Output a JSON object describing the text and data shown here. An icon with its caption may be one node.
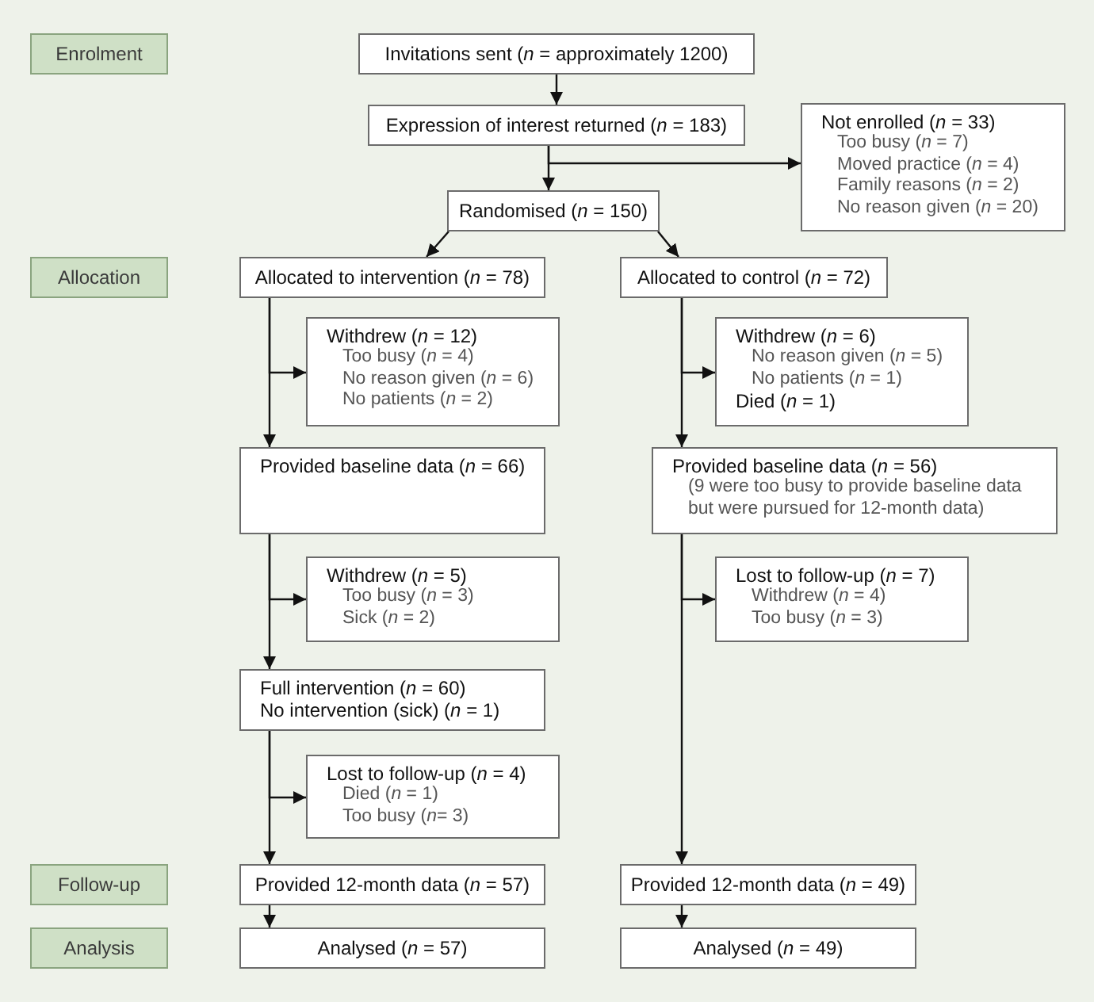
{
  "diagram": {
    "nodes": [
      {
        "text": [
          "Enrolment"
        ]
      },
      {
        "text": [
          "Invitations sent (*n* = approximately 1200)"
        ]
      },
      {
        "text": [
          "Expression of interest returned (*n* = 183)"
        ]
      },
      {
        "text": [
          "Not enrolled (*n* = 33)",
          "Too busy (*n* = 7)",
          "Moved practice (*n* = 4)",
          "Family reasons (*n* = 2)",
          "No reason given (*n* = 20)"
        ]
      },
      {
        "text": [
          "Randomised (*n* = 150)"
        ]
      },
      {
        "text": [
          "Allocation"
        ]
      },
      {
        "text": [
          "Allocated to intervention (*n* = 78)"
        ]
      },
      {
        "text": [
          "Allocated to control (*n* = 72)"
        ]
      },
      {
        "text": [
          "Withdrew (*n* = 12)",
          "Too busy (*n* = 4)",
          "No reason given (*n* = 6)",
          "No patients (*n* = 2)"
        ]
      },
      {
        "text": [
          "Withdrew (*n* = 6)",
          "No reason given (*n* = 5)",
          "No patients (*n* = 1)",
          "Died (*n* = 1)"
        ]
      },
      {
        "text": [
          "Provided baseline data (*n* = 66)"
        ]
      },
      {
        "text": [
          "Provided baseline data (*n* = 56)",
          "(9 were too busy to provide baseline data but were pursued for 12-month data)"
        ]
      },
      {
        "text": [
          "Withdrew (*n* = 5)",
          "Too busy (*n* = 3)",
          "Sick (*n* = 2)"
        ]
      },
      {
        "text": [
          "Lost to follow-up (*n* = 7)",
          "Withdrew (*n* = 4)",
          "Too busy (*n* = 3)"
        ]
      },
      {
        "text": [
          "Full intervention (*n* = 60)",
          "No intervention (sick) (*n* = 1)"
        ]
      },
      {
        "text": [
          "Lost to follow-up (*n* = 4)",
          "Died (*n* = 1)",
          "Too busy (*n*= 3)"
        ]
      },
      {
        "text": [
          "Follow-up"
        ]
      },
      {
        "text": [
          "Provided 12-month data (*n* = 57)"
        ]
      },
      {
        "text": [
          "Provided 12-month data (*n* = 49)"
        ]
      },
      {
        "text": [
          "Analysis"
        ]
      },
      {
        "text": [
          "Analysed (*n* = 57)"
        ]
      },
      {
        "text": [
          "Analysed (*n* = 49)"
        ]
      }
    ],
    "edges": [
      {
        "from": 1,
        "to": 2,
        "arrow": "to"
      },
      {
        "from": 2,
        "to": 4,
        "arrow": "to"
      },
      {
        "from": 2,
        "to": 3,
        "arrow": "to"
      },
      {
        "from": 4,
        "to": 6,
        "arrow": "to"
      },
      {
        "from": 4,
        "to": 7,
        "arrow": "to"
      },
      {
        "from": 6,
        "to": 10,
        "arrow": "to"
      },
      {
        "from": 6,
        "to": 8,
        "arrow": "to"
      },
      {
        "from": 7,
        "to": 11,
        "arrow": "to"
      },
      {
        "from": 7,
        "to": 9,
        "arrow": "to"
      },
      {
        "from": 10,
        "to": 14,
        "arrow": "to"
      },
      {
        "from": 10,
        "to": 12,
        "arrow": "to"
      },
      {
        "from": 11,
        "to": 18,
        "arrow": "to"
      },
      {
        "from": 11,
        "to": 13,
        "arrow": "to"
      },
      {
        "from": 14,
        "to": 17,
        "arrow": "to"
      },
      {
        "from": 14,
        "to": 15,
        "arrow": "to"
      },
      {
        "from": 17,
        "to": 20,
        "arrow": "to"
      },
      {
        "from": 18,
        "to": 21,
        "arrow": "to"
      }
    ]
  }
}
